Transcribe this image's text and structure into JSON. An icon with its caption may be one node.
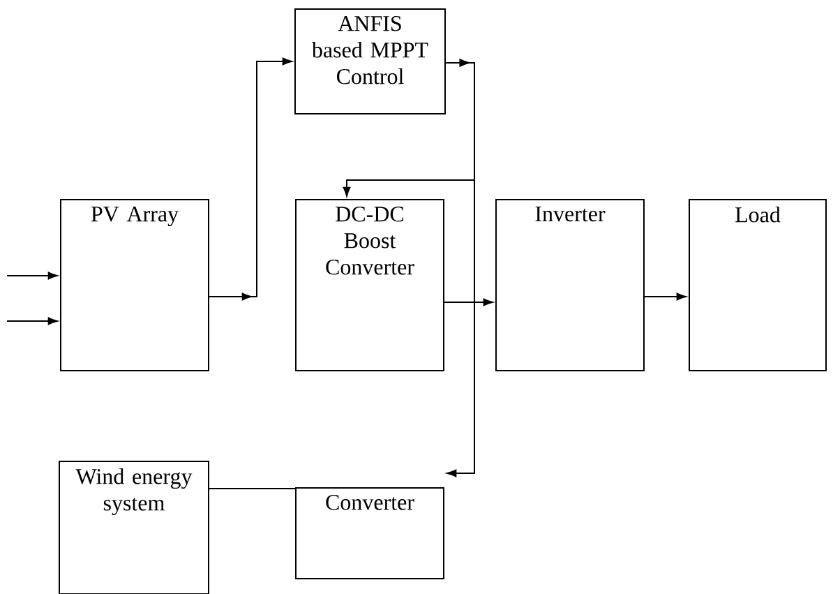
{
  "diagram": {
    "nodes": [
      {
        "text": [
          "ANFIS based MPPT Control"
        ]
      },
      {
        "text": [
          "PV Array"
        ]
      },
      {
        "text": [
          "DC-DC Boost Converter"
        ]
      },
      {
        "text": [
          "Inverter"
        ]
      },
      {
        "text": [
          "Load"
        ]
      },
      {
        "text": [
          "Wind energy system"
        ]
      },
      {
        "text": [
          "Converter"
        ]
      }
    ],
    "edges": [
      {
        "from": null,
        "to": 1,
        "arrow": "to"
      },
      {
        "from": null,
        "to": 1,
        "arrow": "to"
      },
      {
        "from": 1,
        "to": 0,
        "arrow": "to"
      },
      {
        "from": 0,
        "to": 2,
        "arrow": "to"
      },
      {
        "from": 0,
        "to": 6,
        "arrow": "to"
      },
      {
        "from": 2,
        "to": 3,
        "arrow": "to"
      },
      {
        "from": 3,
        "to": 4,
        "arrow": "to"
      },
      {
        "from": 5,
        "to": 6,
        "arrow": "none"
      }
    ]
  }
}
